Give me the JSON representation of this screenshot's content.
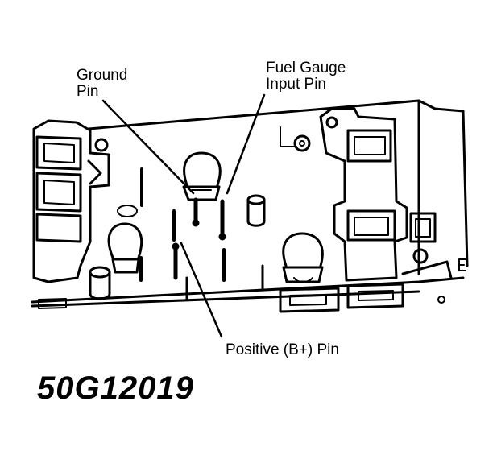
{
  "labels": {
    "ground_pin_line1": "Ground",
    "ground_pin_line2": "Pin",
    "fuel_gauge_line1": "Fuel Gauge",
    "fuel_gauge_line2": "Input Pin",
    "positive_pin": "Positive (B+) Pin"
  },
  "figure_id": "50G12019",
  "colors": {
    "ink": "#000000",
    "paper": "#ffffff"
  }
}
